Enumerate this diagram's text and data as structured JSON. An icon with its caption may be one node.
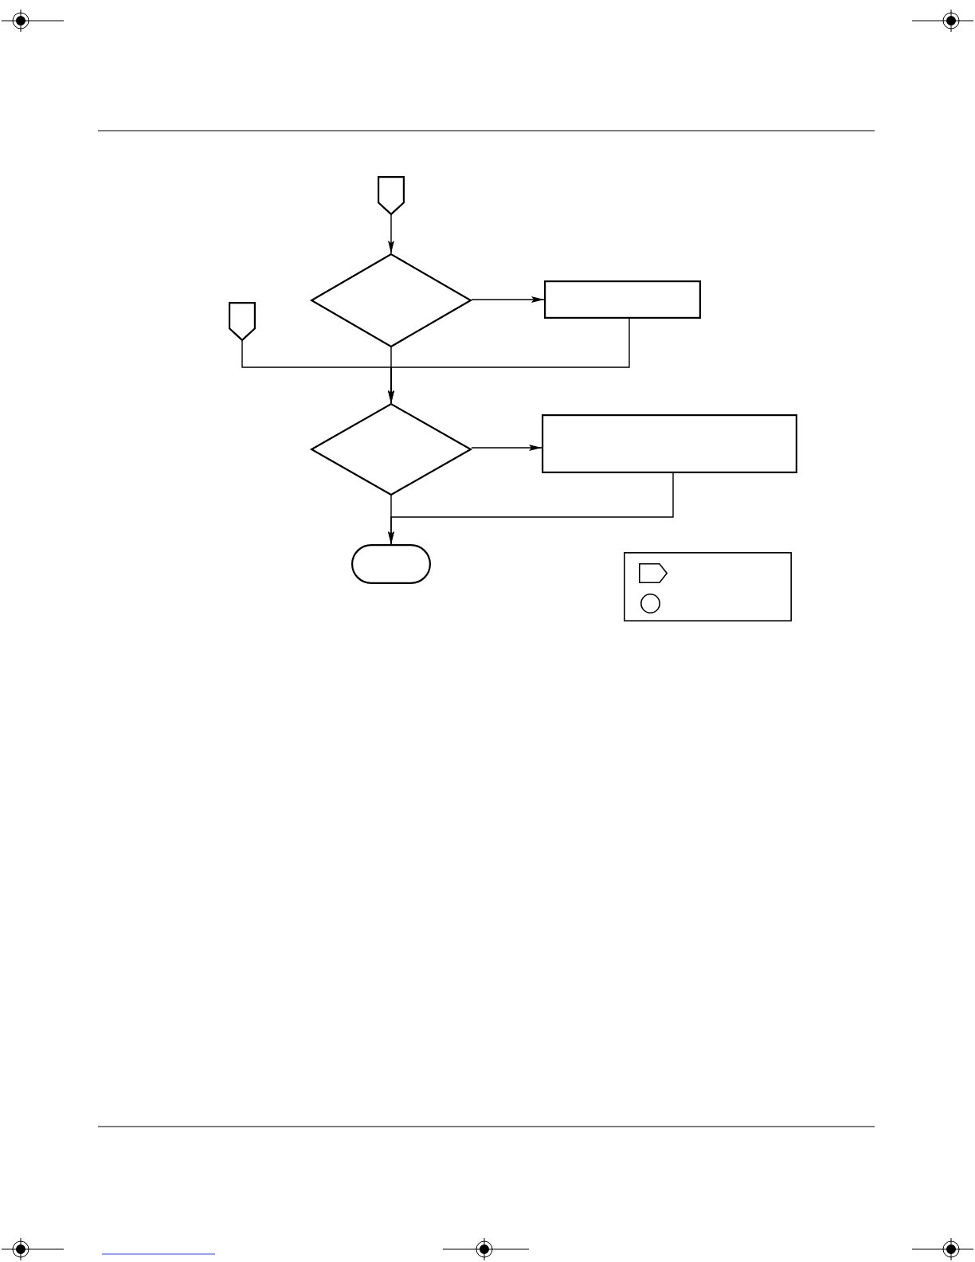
{
  "diagram": {
    "nodes": [
      {
        "text": [],
        "shape": "pentagon"
      },
      {
        "text": [],
        "shape": "diamond"
      },
      {
        "text": [],
        "shape": "box"
      },
      {
        "text": [],
        "shape": "pentagon"
      },
      {
        "text": [],
        "shape": "diamond"
      },
      {
        "text": [],
        "shape": "box"
      },
      {
        "text": [],
        "shape": "pill"
      },
      {
        "text": [],
        "shape": "box"
      },
      {
        "text": [],
        "shape": "pentagon",
        "in": 7
      },
      {
        "text": [],
        "shape": "circle",
        "in": 7
      }
    ],
    "edges": [
      {
        "from": 0,
        "to": 1,
        "arrow": "to"
      },
      {
        "from": 1,
        "to": 2,
        "arrow": "to"
      },
      {
        "from": 1,
        "to": 4,
        "arrow": "to"
      },
      {
        "from": 3,
        "to": 4,
        "arrow": "to"
      },
      {
        "from": 2,
        "to": 4,
        "arrow": "to"
      },
      {
        "from": 4,
        "to": 5,
        "arrow": "to"
      },
      {
        "from": 4,
        "to": 6,
        "arrow": "to"
      },
      {
        "from": 5,
        "to": 6,
        "arrow": "to"
      }
    ]
  }
}
